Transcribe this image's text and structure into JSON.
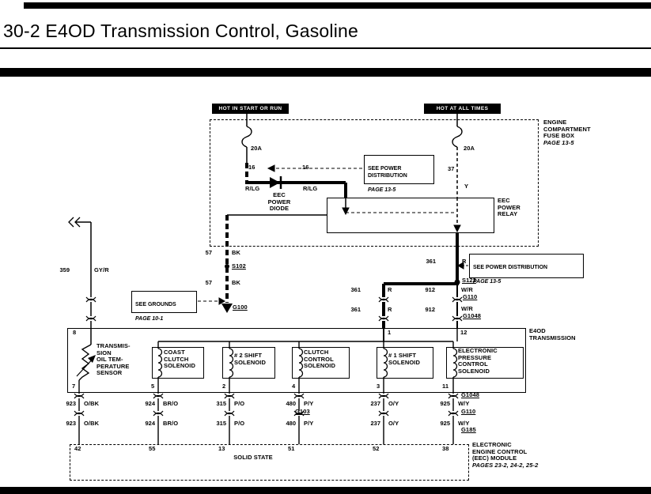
{
  "header": {
    "title": "30-2 E4OD Transmission Control, Gasoline"
  },
  "banners": {
    "hot_in_start_or_run": "HOT IN START OR RUN",
    "hot_at_all_times": "HOT AT ALL TIMES"
  },
  "fuse_box": {
    "label": "ENGINE\nCOMPARTMENT\nFUSE BOX",
    "page": "PAGE 13-5",
    "left_fuse_rating": "20A",
    "right_fuse_rating": "20A"
  },
  "notes": {
    "power_top": {
      "text": "SEE POWER\nDISTRIBUTION",
      "page": "PAGE 13-5"
    },
    "power_right": {
      "text": "SEE POWER DISTRIBUTION",
      "page": "PAGE 13-5"
    },
    "grounds": {
      "text": "SEE GROUNDS",
      "page": "PAGE 10-1"
    }
  },
  "components": {
    "diode": "EEC\nPOWER\nDIODE",
    "relay": "EEC\nPOWER\nRELAY",
    "transmission": "E4OD\nTRANSMISSION",
    "temp_sensor": "TRANSMIS-\nSION\nOIL TEM-\nPERATURE\nSENSOR",
    "solenoids": [
      "COAST\nCLUTCH\nSOLENOID",
      "# 2 SHIFT\nSOLENOID",
      "CLUTCH\nCONTROL\nSOLENOID",
      "# 1 SHIFT\nSOLENOID",
      "ELECTRONIC\nPRESSURE\nCONTROL\nSOLENOID"
    ],
    "eec_inner": "SOLID STATE",
    "eec_label": "ELECTRONIC\nENGINE CONTROL\n(EEC) MODULE",
    "eec_pages": "PAGES 23-2, 24-2, 25-2"
  },
  "wires": {
    "w16_left": {
      "num": "16",
      "color": "R/LG"
    },
    "w16_right": {
      "num": "16",
      "color": "R/LG"
    },
    "w37": {
      "num": "37",
      "color": "Y"
    },
    "w57_upper": {
      "num": "57",
      "color": "BK"
    },
    "w57_lower": {
      "num": "57",
      "color": "BK"
    },
    "w361_relay": {
      "num": "361",
      "color": "R"
    },
    "w361_row1": {
      "num": "361",
      "color": "R"
    },
    "w361_row2": {
      "num": "361",
      "color": "R"
    },
    "w912_row1": {
      "num": "912",
      "color": "W/R"
    },
    "w912_row2": {
      "num": "912",
      "color": "W/R"
    },
    "w359": {
      "num": "359",
      "color": "GY/R"
    }
  },
  "refs": {
    "s102": "S102",
    "g100": "G100",
    "s122": "S122",
    "g110_upper": "G110",
    "g1048_upper": "G1048",
    "g1048_lower": "G1048",
    "g110_lower": "G110",
    "g103": "G103",
    "g185": "G185"
  },
  "bottom_rows": {
    "row1": [
      {
        "num": "923",
        "color": "O/BK"
      },
      {
        "num": "924",
        "color": "BR/O"
      },
      {
        "num": "315",
        "color": "P/O"
      },
      {
        "num": "480",
        "color": "P/Y"
      },
      {
        "num": "237",
        "color": "O/Y"
      },
      {
        "num": "925",
        "color": "W/Y"
      }
    ],
    "row2": [
      {
        "num": "923",
        "color": "O/BK"
      },
      {
        "num": "924",
        "color": "BR/O"
      },
      {
        "num": "315",
        "color": "P/O"
      },
      {
        "num": "480",
        "color": "P/Y"
      },
      {
        "num": "237",
        "color": "O/Y"
      },
      {
        "num": "925",
        "color": "W/Y"
      }
    ]
  },
  "pins": {
    "transmission_top": [
      "8",
      "1",
      "12"
    ],
    "transmission_bottom": [
      "7",
      "5",
      "2",
      "4",
      "3",
      "11"
    ],
    "eec": [
      "42",
      "55",
      "13",
      "51",
      "52",
      "38"
    ]
  }
}
